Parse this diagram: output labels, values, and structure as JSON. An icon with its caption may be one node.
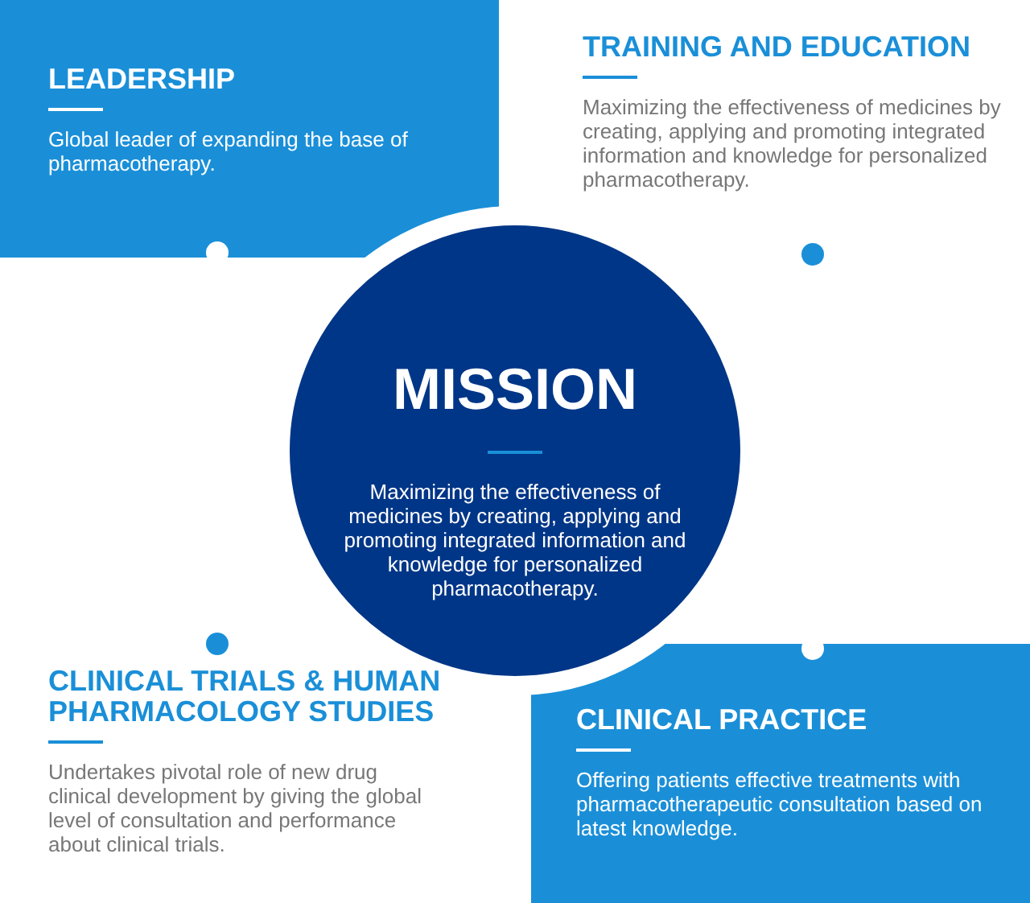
{
  "diagram": {
    "nodes": [
      {
        "text": [
          "LEADERSHIP",
          "Global leader of expanding the base of pharmacotherapy."
        ]
      },
      {
        "text": [
          "TRAINING AND EDUCATION",
          "Maximizing the effectiveness of medicines by creating, applying and promoting integrated information and knowledge for personalized pharmacotherapy."
        ]
      },
      {
        "text": [
          "MISSION",
          "Maximizing the effectiveness of medicines by creating, applying and promoting integrated information and knowledge for personalized pharmacotherapy."
        ]
      },
      {
        "text": [
          "CLINICAL TRIALS & HUMAN PHARMACOLOGY STUDIES",
          "Undertakes pivotal role of new drug clinical development by giving the global level of consultation and performance about clinical trials."
        ]
      },
      {
        "text": [
          "CLINICAL PRACTICE",
          "Offering patients effective treatments with pharmacotherapeutic consultation based on latest knowledge."
        ]
      }
    ]
  }
}
